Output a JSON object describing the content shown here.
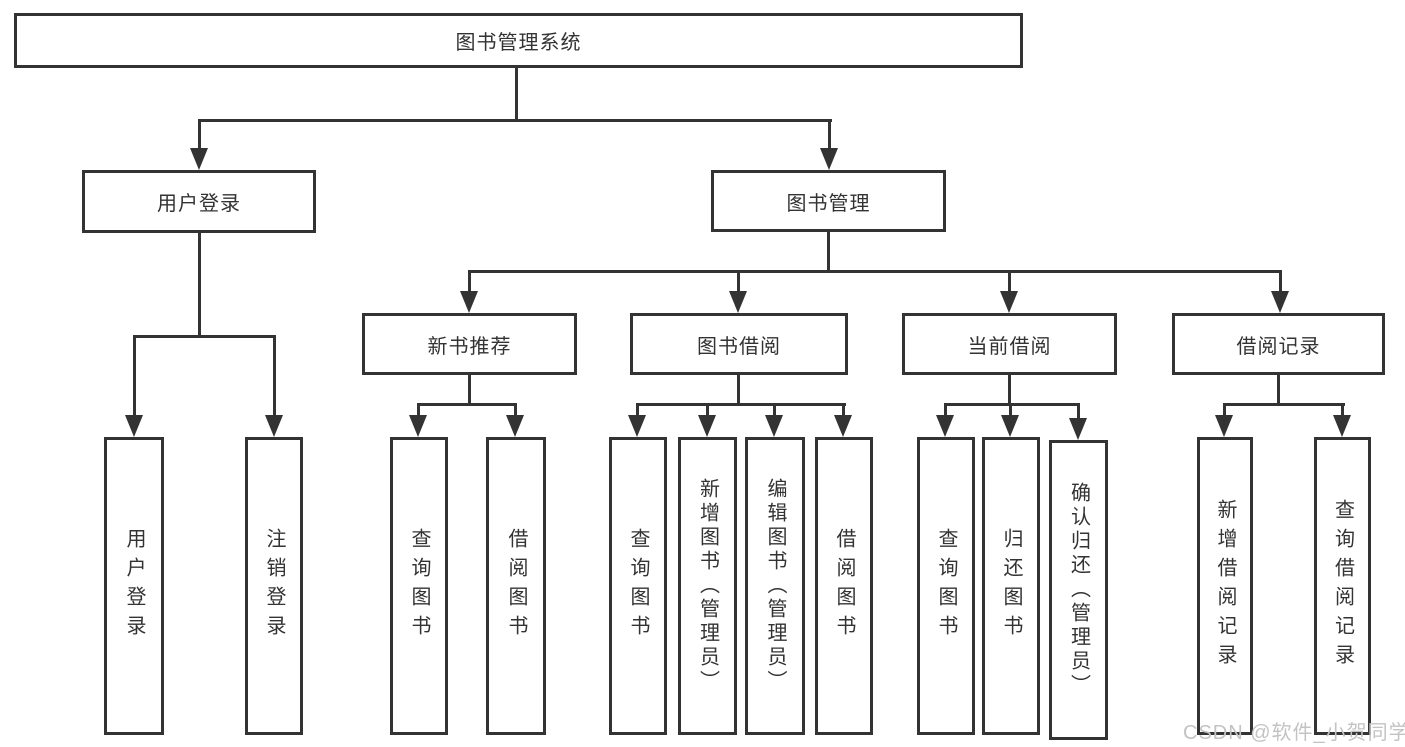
{
  "diagram": {
    "root": {
      "label": "图书管理系统",
      "children": [
        {
          "label": "用户登录",
          "children": [
            {
              "label": "用户登录"
            },
            {
              "label": "注销登录"
            }
          ]
        },
        {
          "label": "图书管理",
          "children": [
            {
              "label": "新书推荐",
              "children": [
                {
                  "label": "查询图书"
                },
                {
                  "label": "借阅图书"
                }
              ]
            },
            {
              "label": "图书借阅",
              "children": [
                {
                  "label": "查询图书"
                },
                {
                  "label": "新增图书（管理员）"
                },
                {
                  "label": "编辑图书（管理员）"
                },
                {
                  "label": "借阅图书"
                }
              ]
            },
            {
              "label": "当前借阅",
              "children": [
                {
                  "label": "查询图书"
                },
                {
                  "label": "归还图书"
                },
                {
                  "label": "确认归还（管理员）"
                }
              ]
            },
            {
              "label": "借阅记录",
              "children": [
                {
                  "label": "新增借阅记录"
                },
                {
                  "label": "查询借阅记录"
                }
              ]
            }
          ]
        }
      ]
    }
  },
  "watermark": {
    "text": "CSDN @软件_小贺同学"
  },
  "colors": {
    "line": "#333333",
    "box_border": "#333333",
    "text": "#333333",
    "watermark": "#c3c3c3",
    "background": "#ffffff"
  }
}
